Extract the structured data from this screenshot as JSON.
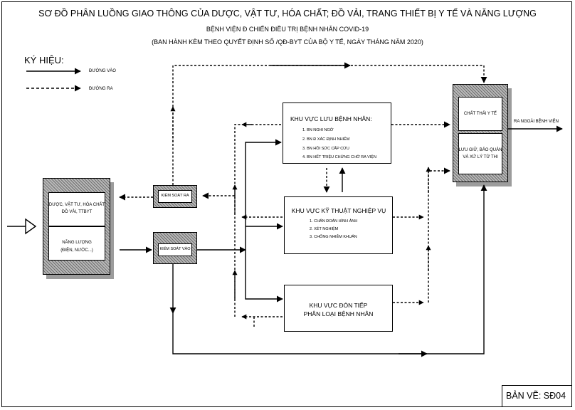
{
  "header": {
    "title": "SƠ ĐỒ  PHÂN LUỒNG GIAO THÔNG CỦA DƯỢC, VẬT TƯ, HÓA CHẤT; ĐỒ VẢI, TRANG THIẾT BỊ Y TẾ  VÀ NĂNG LƯỢNG",
    "subtitle1": "BỆNH VIỆN Đ   CHIẾN ĐIỀU TRỊ BỆNH NHÂN COVID-19",
    "subtitle2": "(BAN HÀNH KÈM THEO QUYẾT ĐỊNH SỐ          /QĐ-BYT CỦA BỘ Y TẾ, NGÀY          THÁNG      NĂM 2020)"
  },
  "legend": {
    "title": "KÝ HIỆU:",
    "in_label": "ĐƯỜNG VÀO",
    "out_label": "ĐƯỜNG RA"
  },
  "supply": {
    "top_label_1": "DƯỢC, VẬT TƯ, HÓA CHẤT",
    "top_label_2": "ĐỒ VẢI, TTBYT",
    "bottom_label_1": "NĂNG LƯỢNG",
    "bottom_label_2": "(ĐIỆN, NƯỚC...)"
  },
  "controls": {
    "exit_label": "KIỂM SOÁT RA",
    "entry_label": "KIỂM SOÁT VÀO"
  },
  "zones": {
    "patient": {
      "title": "KHU  VỰC LƯU BỆNH NHÂN:",
      "items": [
        "1. BN NGHI NGỜ",
        "2. BN Đ   XÁC ĐỊNH NHIỄM",
        "3. BN HỒI SỨC CẤP CỨU",
        "4. BN HẾT TRIỆU CHỨNG CHỜ RA VIỆN"
      ]
    },
    "technical": {
      "title": "KHU  VỰC KỸ THUẬT NGHIỆP VỤ",
      "items": [
        "1. CHẨN ĐOÁN HÌNH ẢNH",
        "2. XÉT NGHIỆM",
        "3. CHỐNG NHIỄM KHUẨN"
      ]
    },
    "reception": {
      "title_line1": "KHU  VỰC ĐÓN TIẾP",
      "title_line2": "PHÂN LOẠI BỆNH NHÂN"
    }
  },
  "waste": {
    "top_label": "CHẤT THẢI Y TẾ",
    "bottom_label_1": "LƯU GIỮ, BẢO QUẢN",
    "bottom_label_2": "VÀ XỬ LÝ TỬ THI"
  },
  "exit_label": "RA NGOÀI BỆNH VIỆN",
  "drawing_code": "BẢN VẼ: SĐ04"
}
